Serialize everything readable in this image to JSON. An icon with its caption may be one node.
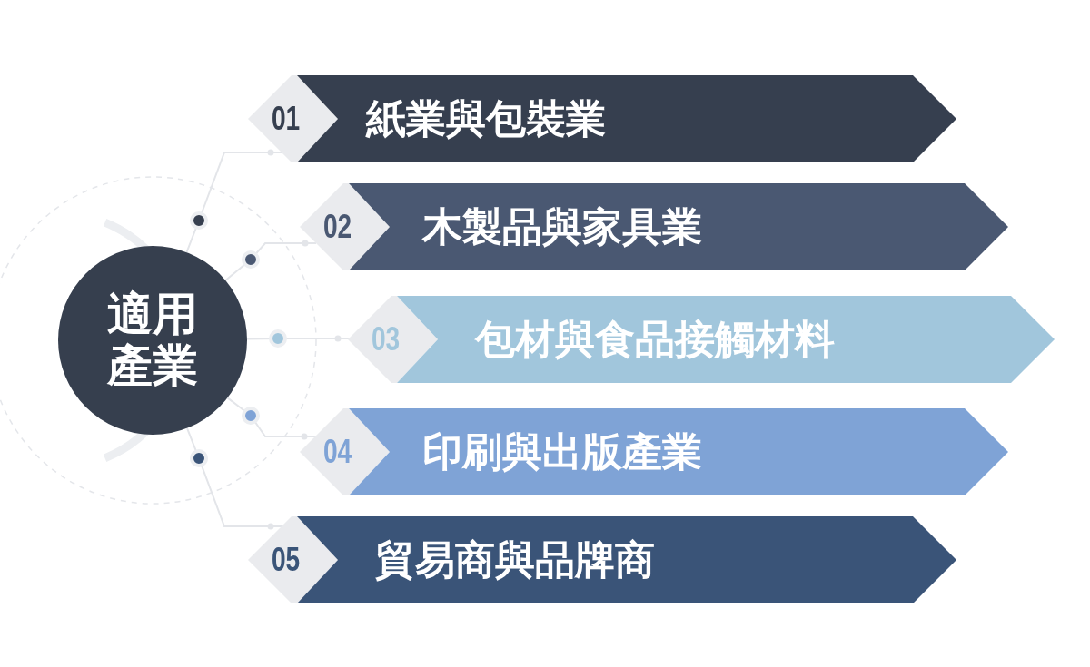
{
  "diagram": {
    "nodes": [
      {
        "text": [
          "適用產業"
        ]
      },
      {
        "text": [
          "01"
        ]
      },
      {
        "text": [
          "紙業與包裝業"
        ]
      },
      {
        "text": [
          "02"
        ]
      },
      {
        "text": [
          "木製品與家具業"
        ]
      },
      {
        "text": [
          "03"
        ]
      },
      {
        "text": [
          "包材與食品接觸材料"
        ]
      },
      {
        "text": [
          "04"
        ]
      },
      {
        "text": [
          "印刷與出版產業"
        ]
      },
      {
        "text": [
          "05"
        ]
      },
      {
        "text": [
          "貿易商與品牌商"
        ]
      }
    ],
    "edges": [
      {
        "from": 0,
        "to": 1,
        "arrow": "none"
      },
      {
        "from": 0,
        "to": 3,
        "arrow": "none"
      },
      {
        "from": 0,
        "to": 5,
        "arrow": "none"
      },
      {
        "from": 0,
        "to": 7,
        "arrow": "none"
      },
      {
        "from": 0,
        "to": 9,
        "arrow": "none"
      }
    ]
  }
}
